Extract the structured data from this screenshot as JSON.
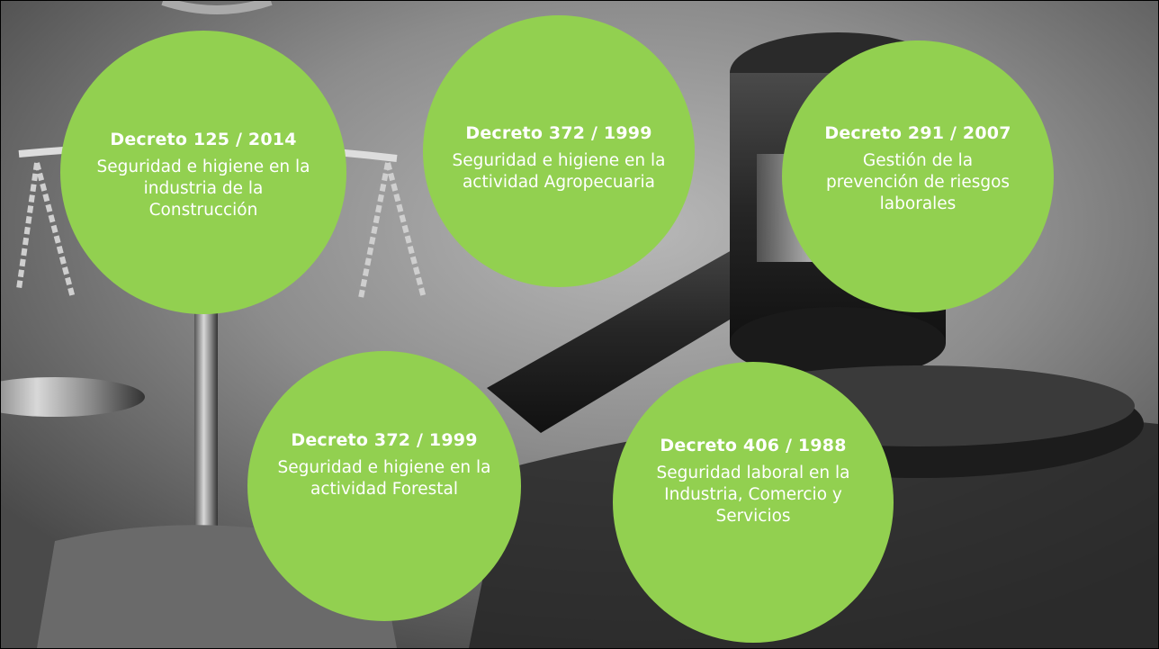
{
  "theme": {
    "accent": "#92d050",
    "text": "#ffffff"
  },
  "background": {
    "description_icon": "gavel-and-scales-icon"
  },
  "items": [
    {
      "title": "Decreto 125 / 2014",
      "description": "Seguridad e higiene en la industria de la Construcción"
    },
    {
      "title": "Decreto 372 / 1999",
      "description": "Seguridad e higiene en la actividad Agropecuaria"
    },
    {
      "title": "Decreto 291 / 2007",
      "description": "Gestión de la prevención de riesgos laborales"
    },
    {
      "title": "Decreto 372 / 1999",
      "description": "Seguridad e higiene en la actividad Forestal"
    },
    {
      "title": "Decreto 406 / 1988",
      "description": "Seguridad laboral en la Industria, Comercio y Servicios"
    }
  ]
}
